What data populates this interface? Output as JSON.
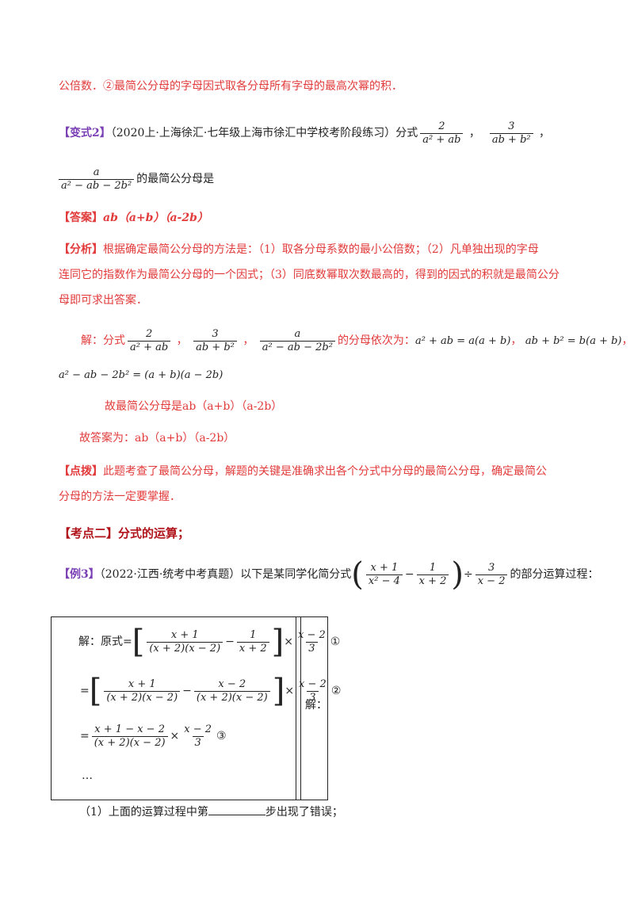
{
  "lines": {
    "l1": "公倍数．②最简公分母的字母因式取各分母所有字母的最高次幂的积．",
    "variant_tag": "【变式2】",
    "variant_src": "（2020上·上海徐汇·七年级上海市徐汇中学校考阶段练习）分式",
    "variant_end": "的最简公分母是",
    "answer_tag": "【答案】",
    "answer_text": "ab（a+b）（a-2b）",
    "analysis_tag": "【分析】",
    "analysis_1": "根据确定最简公分母的方法是：（1）取各分母系数的最小公倍数；（2）凡单独出现的字母",
    "analysis_2": "连同它的指数作为最简公分母的一个因式；（3）同底数幂取次数最高的，得到的因式的积就是最简公分",
    "analysis_3": "母即可求出答案．",
    "sol_prefix": "解：分式",
    "sol_mid": "的分母依次为：",
    "sol_eq1": "a² + ab = a(a + b)",
    "sol_eq2": "ab + b² = b(a + b)",
    "sol_eq3": "a² − ab − 2b² = (a + b)(a − 2b)",
    "conclusion": "故最简公分母是ab（a+b）（a-2b）",
    "answer_final": "故答案为：ab（a+b）（a-2b）",
    "tip_tag": "【点拨】",
    "tip_1": "此题考查了最简公分母，解题的关键是准确求出各个分式中分母的最简公分母，确定最简公",
    "tip_2": "分母的方法一定要掌握．",
    "kp_title": "【考点二】分式的运算；",
    "ex_tag": "【例3】",
    "ex_text": "（2022·江西·统考中考真题）以下是某同学化简分式",
    "ex_end": "的部分运算过程：",
    "q1_a": "（1）上面的运算过程中第",
    "q1_b": "步出现了错误；"
  },
  "fractions": {
    "f1": {
      "num": "2",
      "den": "a² + ab"
    },
    "f2": {
      "num": "3",
      "den": "ab + b²"
    },
    "f3": {
      "num": "a",
      "den": "a² − ab − 2b²"
    },
    "e1": {
      "num": "x + 1",
      "den": "x² − 4"
    },
    "e2": {
      "num": "1",
      "den": "x + 2"
    },
    "e3": {
      "num": "3",
      "den": "x − 2"
    }
  },
  "box": {
    "s1_prefix": "解：原式=",
    "s1_a": {
      "num": "x + 1",
      "den": "(x + 2)(x − 2)"
    },
    "s1_b": {
      "num": "1",
      "den": "x + 2"
    },
    "s1_c": {
      "num": "x − 2",
      "den": "3"
    },
    "s1_mark": "①",
    "s2_a": {
      "num": "x + 1",
      "den": "(x + 2)(x − 2)"
    },
    "s2_b": {
      "num": "x − 2",
      "den": "(x + 2)(x − 2)"
    },
    "s2_c": {
      "num": "x − 2",
      "den": "3"
    },
    "s2_mark": "②",
    "s3_a": {
      "num": "x + 1 − x − 2",
      "den": "(x + 2)(x − 2)"
    },
    "s3_c": {
      "num": "x − 2",
      "den": "3"
    },
    "s3_mark": "③",
    "ellipsis": "…",
    "right_label": "解："
  },
  "colors": {
    "red": "#e23a3a",
    "purple": "#7a3fb4",
    "darkred": "#b0131a"
  }
}
